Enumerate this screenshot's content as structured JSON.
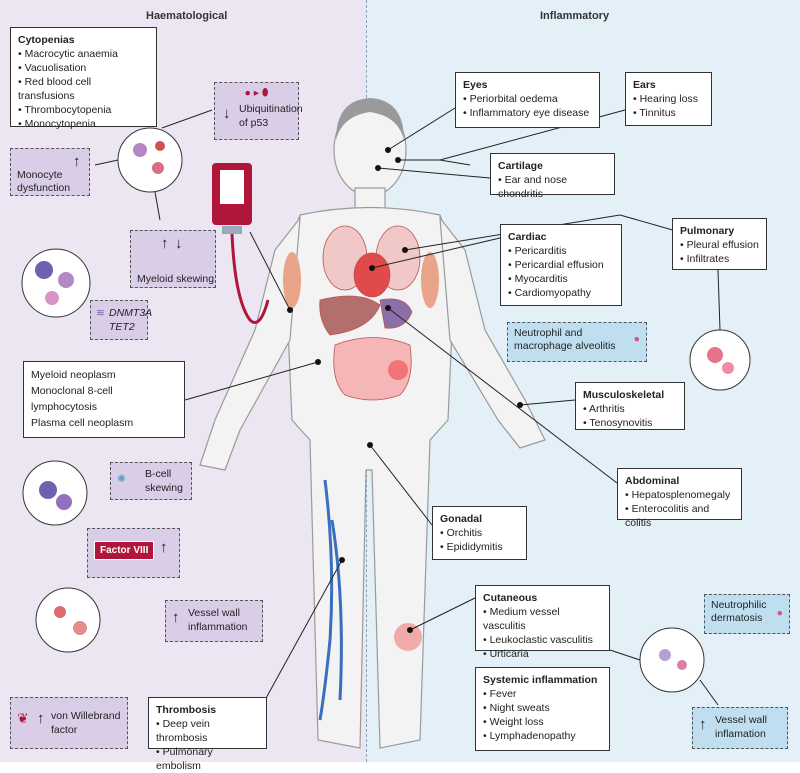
{
  "sections": {
    "left": "Haematological",
    "right": "Inflammatory"
  },
  "cytopenias": {
    "title": "Cytopenias",
    "items": [
      "Macrocytic anaemia",
      "Vacuolisation",
      "Red blood cell transfusions",
      "Thrombocytopenia",
      "Monocytopenia"
    ]
  },
  "p53": {
    "label1": "Ubiquitination",
    "label2": "of p53"
  },
  "monocyte": {
    "label1": "Monocyte",
    "label2": "dysfunction"
  },
  "myeloid_skewing": "Myeloid skewing",
  "genes": [
    "DNMT3A",
    "TET2"
  ],
  "neoplasms": [
    "Myeloid neoplasm",
    "Monoclonal 8-cell lymphocytosis",
    "Plasma cell neoplasm"
  ],
  "bcell": {
    "label1": "B-cell",
    "label2": "skewing"
  },
  "factor_viii": "Factor VIII",
  "vessel_left": {
    "label1": "Vessel wall",
    "label2": "inflammation"
  },
  "vwf": {
    "label1": "von Willebrand",
    "label2": "factor"
  },
  "thrombosis": {
    "title": "Thrombosis",
    "items": [
      "Deep vein thrombosis",
      "Pulmonary embolism"
    ]
  },
  "eyes": {
    "title": "Eyes",
    "items": [
      "Periorbital oedema",
      "Inflammatory eye disease"
    ]
  },
  "ears": {
    "title": "Ears",
    "items": [
      "Hearing loss",
      "Tinnitus"
    ]
  },
  "cartilage": {
    "title": "Cartilage",
    "items": [
      "Ear and nose chondritis"
    ]
  },
  "cardiac": {
    "title": "Cardiac",
    "items": [
      "Pericarditis",
      "Pericardial effusion",
      "Myocarditis",
      "Cardiomyopathy"
    ]
  },
  "pulmonary": {
    "title": "Pulmonary",
    "items": [
      "Pleural effusion",
      "Infiltrates"
    ]
  },
  "alveolitis": {
    "label1": "Neutrophil and",
    "label2": "macrophage alveolitis"
  },
  "musculoskeletal": {
    "title": "Musculoskeletal",
    "items": [
      "Arthritis",
      "Tenosynovitis"
    ]
  },
  "abdominal": {
    "title": "Abdominal",
    "items": [
      "Hepatosplenomegaly",
      "Enterocolitis and colitis"
    ]
  },
  "gonadal": {
    "title": "Gonadal",
    "items": [
      "Orchitis",
      "Epididymitis"
    ]
  },
  "cutaneous": {
    "title": "Cutaneous",
    "items": [
      "Medium vessel vasculitis",
      "Leukoclastic vasculitis",
      "Urticaria"
    ]
  },
  "systemic": {
    "title": "Systemic inflammation",
    "items": [
      "Fever",
      "Night sweats",
      "Weight loss",
      "Lymphadenopathy"
    ]
  },
  "dermatosis": {
    "label1": "Neutrophilic",
    "label2": "dermatosis"
  },
  "vessel_right": {
    "label1": "Vessel wall",
    "label2": "inflamation"
  },
  "colors": {
    "left_bg": "#ece6f3",
    "right_bg": "#e3f0f8",
    "accent_red": "#b0163a"
  }
}
